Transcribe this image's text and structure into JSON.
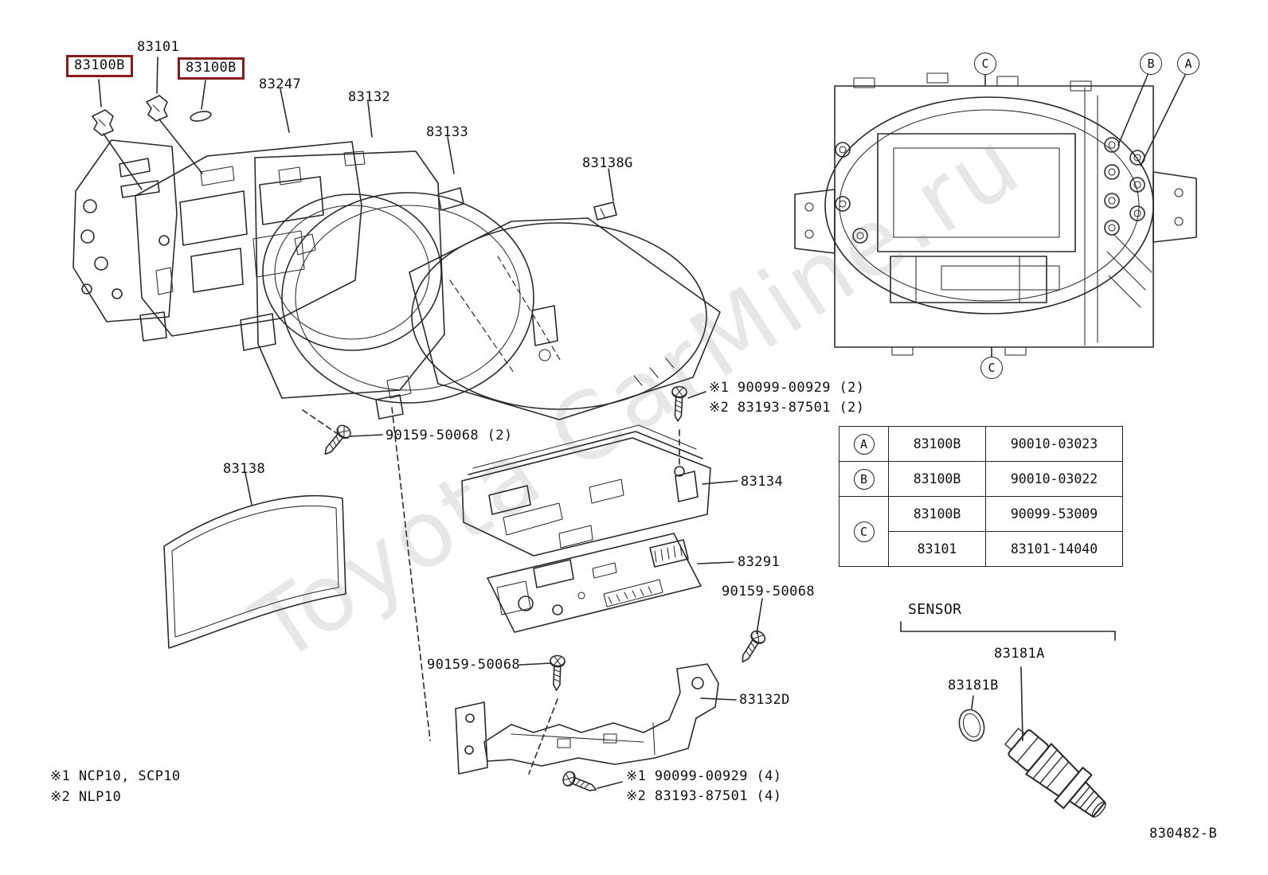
{
  "drawing_number": "830482-B",
  "watermark_text": "Toyota CarMine.ru",
  "colors": {
    "line": "#2a2a2a",
    "box_highlight": "#8b1a1a",
    "background": "#ffffff"
  },
  "labels": {
    "l83101": "83101",
    "boxed_83100b_1": "83100B",
    "boxed_83100b_2": "83100B",
    "l83247": "83247",
    "l83132": "83132",
    "l83133": "83133",
    "l83138g": "83138G",
    "screw_50068_2": "90159-50068 (2)",
    "l83138": "83138",
    "note1_top": "※1 90099-00929 (2)",
    "note2_top": "※2 83193-87501 (2)",
    "l83134": "83134",
    "l83291": "83291",
    "screw_50068_right": "90159-50068",
    "screw_50068_left": "90159-50068",
    "l83132d": "83132D",
    "note1_bottom": "※1 90099-00929 (4)",
    "note2_bottom": "※2 83193-87501 (4)",
    "legend_line1": "※1 NCP10, SCP10",
    "legend_line2": "※2 NLP10",
    "sensor_heading": "SENSOR",
    "l83181a": "83181A",
    "l83181b": "83181B"
  },
  "view_markers": {
    "top_c": "C",
    "top_b": "B",
    "top_a": "A",
    "bottom_c": "C"
  },
  "table": {
    "rows": [
      {
        "marker": "A",
        "part": "83100B",
        "number": "90010-03023"
      },
      {
        "marker": "B",
        "part": "83100B",
        "number": "90010-03022"
      },
      {
        "marker": "C",
        "part": "83100B",
        "number": "90099-53009"
      },
      {
        "marker": "",
        "part": "83101",
        "number": "83101-14040"
      }
    ]
  }
}
